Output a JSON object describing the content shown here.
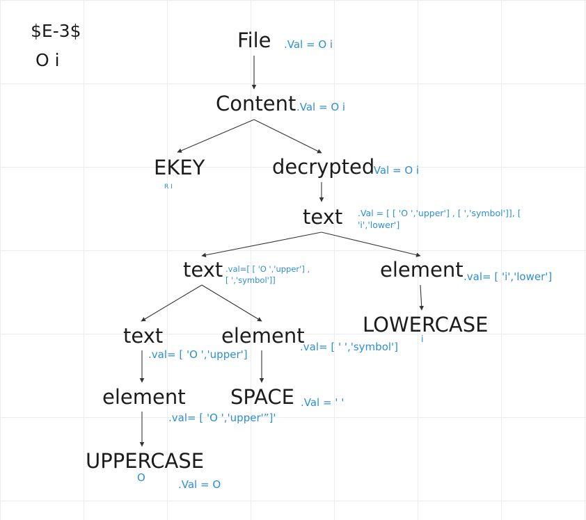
{
  "corner_note": {
    "line1": "$E-3$",
    "line2": "O i"
  },
  "nodes": {
    "file": "File",
    "content": "Content",
    "ekey": "EKEY",
    "decrypted": "decrypted",
    "text_root": "text",
    "text_left": "text",
    "element_right": "element",
    "lowercase": "LOWERCASE",
    "text_ll": "text",
    "element_space": "element",
    "element_upper": "element",
    "space": "SPACE",
    "uppercase": "UPPERCASE"
  },
  "annotations": {
    "file_val": ".Val = O i",
    "content_val": ".Val = O i",
    "ekey_val": "R I",
    "decrypted_val": ".Val = O i",
    "text_root_val": ".Val = [ [ 'O ','upper'] , [ ','symbol']], [ 'i','lower']",
    "text_left_val": ".val=[ [ 'O ','upper'] , [ ','symbol']]",
    "element_right_val": ".val= [ 'i','lower']",
    "lowercase_val": "i",
    "text_ll_val": ".val= [ 'O ','upper']",
    "element_space_val": ".val= [ ' ','symbol']",
    "element_upper_val": ".val= [ 'O ','upper'”]'",
    "space_val": ".Val = ' '",
    "uppercase_char": "O",
    "uppercase_val": ".Val = O"
  },
  "colors": {
    "node_text": "#1c1c1c",
    "annotation": "#2b8fd6",
    "edge": "#333333",
    "grid": "#ececec"
  }
}
